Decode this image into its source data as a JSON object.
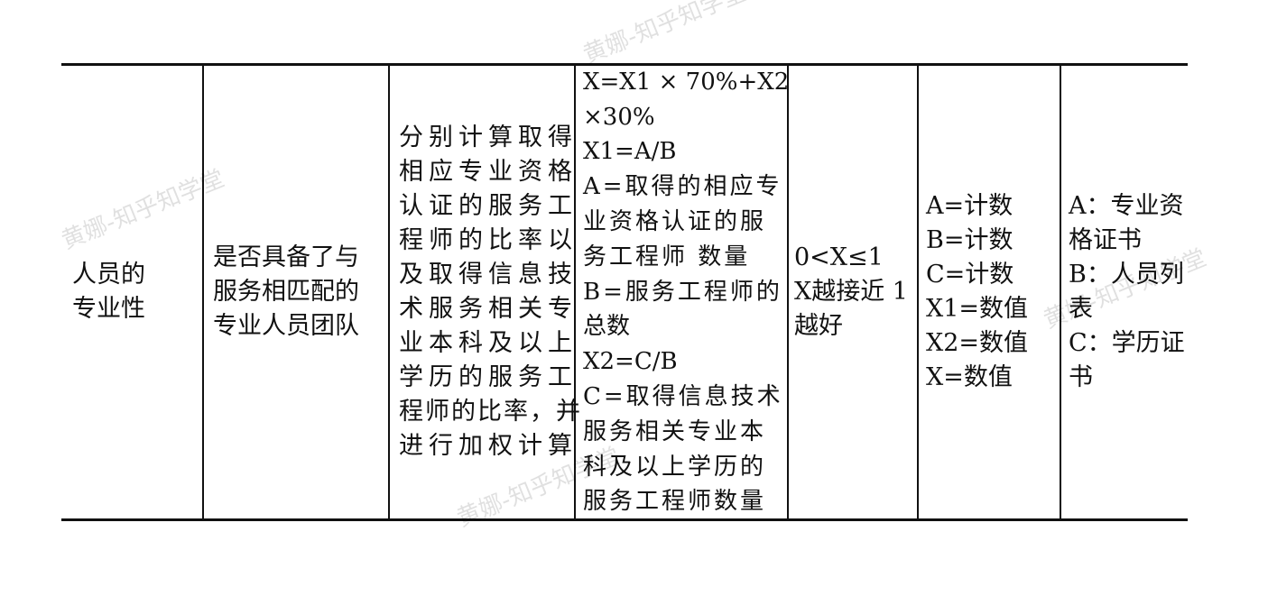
{
  "table": {
    "row": {
      "col1": [
        "人员的",
        "专业性"
      ],
      "col2": [
        "是否具备了与",
        "服务相匹配的",
        "专业人员团队"
      ],
      "col3": [
        "分别计算取得",
        "相应专业资格",
        "认证的服务工",
        "程师的比率以",
        "及取得信息技",
        "术服务相关专",
        "业本科及以上",
        "学历的服务工",
        "程师的比率，并",
        "进行加权计算"
      ],
      "col4": [
        "X=X1 × 70%+X2",
        "×30%",
        "X1=A/B",
        "A=取得的相应专",
        "业资格认证的服",
        "务工程师 数量",
        "B=服务工程师的",
        "总数",
        "X2=C/B",
        "C=取得信息技术",
        "服务相关专业本",
        "科及以上学历的",
        "服务工程师数量"
      ],
      "col5": [
        "0<X≤1",
        "X越接近 1",
        "越好"
      ],
      "col6": [
        "A=计数",
        "B=计数",
        "C=计数",
        "X1=数值",
        "X2=数值",
        "X=数值"
      ],
      "col7": [
        "A：专业资",
        "格证书",
        "B：人员列",
        "表",
        "C：学历证",
        "书"
      ]
    }
  },
  "watermark": {
    "text1": "黄娜-知乎知学堂",
    "text2": "黄娜-知乎知学堂",
    "text3": "黄娜-知乎知学堂",
    "text4": "黄娜-知乎知学堂"
  }
}
